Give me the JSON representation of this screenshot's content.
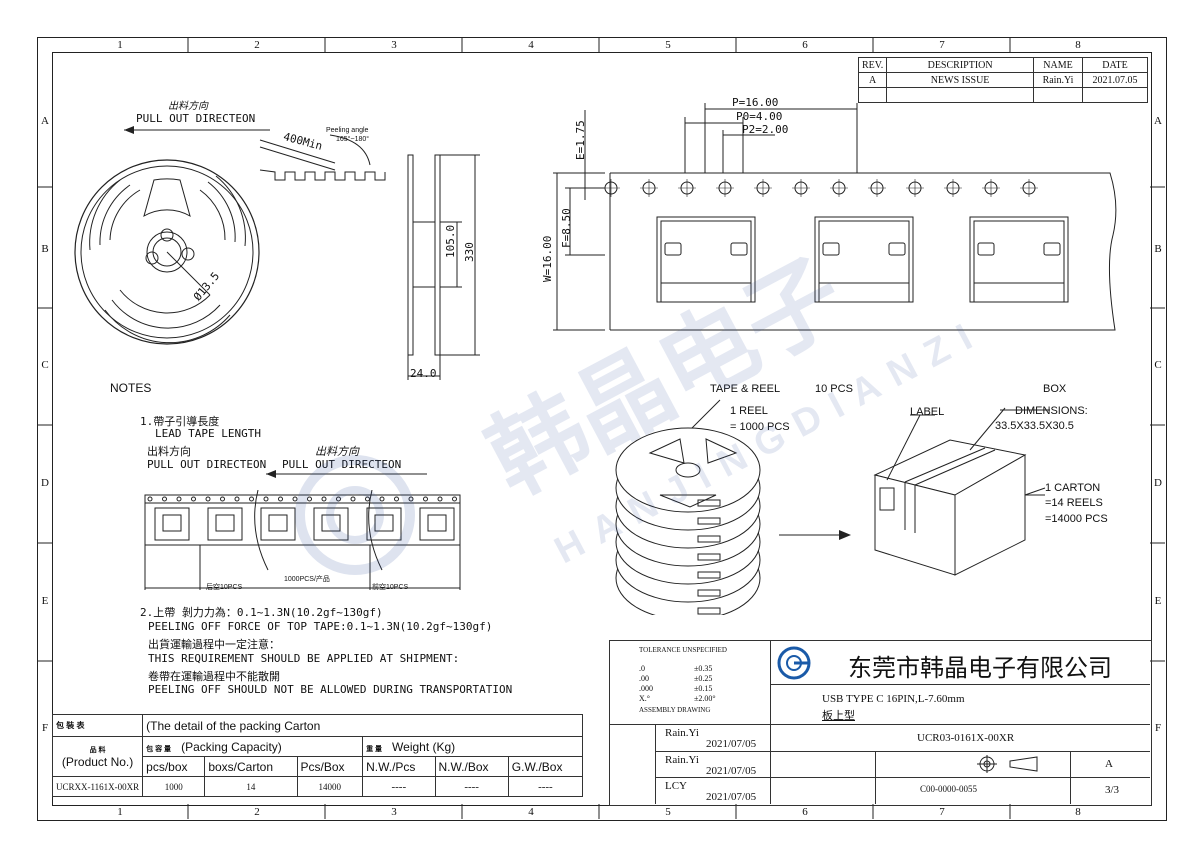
{
  "zones": {
    "cols": [
      "1",
      "2",
      "3",
      "4",
      "5",
      "6",
      "7",
      "8"
    ],
    "rows": [
      "A",
      "B",
      "C",
      "D",
      "E",
      "F"
    ]
  },
  "revision": {
    "headers": [
      "REV.",
      "DESCRIPTION",
      "NAME",
      "DATE"
    ],
    "row": [
      "A",
      "NEWS ISSUE",
      "Rain.Yi",
      "2021.07.05"
    ]
  },
  "reel": {
    "pull_cn": "出料方向",
    "pull_en": "PULL OUT DIRECTEON",
    "len": "400Min",
    "peel_angle": "Peeling angle",
    "peel_range": "165°~180°",
    "hub": "Ø13.5",
    "dim_105": "105.0",
    "dim_330": "330",
    "dim_24": "24.0"
  },
  "tape": {
    "p": "P=16.00",
    "p0": "P0=4.00",
    "p2": "P2=2.00",
    "e": "E=1.75",
    "f": "F=8.50",
    "w": "W=16.00"
  },
  "notes": {
    "title": "NOTES",
    "n1_cn": "1.帶子引導長度",
    "n1_en": "LEAD TAPE LENGTH",
    "pull_cn": "出料方向",
    "pull_en": "PULL OUT DIRECTEON",
    "pull_cn2": "出料方向",
    "pull_en2": "PULL OUT DIRECTEON",
    "seg_left": "后空10PCS",
    "seg_mid": "1000PCS/产品",
    "seg_right": "前空10PCS",
    "n2_cn": "2.上帶 剝力力為：0.1~1.3N(10.2gf~130gf)",
    "n2_en": "PEELING OFF FORCE OF TOP TAPE:0.1~1.3N(10.2gf~130gf)",
    "n3_cn": "出貨運輸過程中一定注意：",
    "n3_en": "THIS REQUIREMENT SHOULD BE APPLIED AT SHIPMENT:",
    "n4_cn": "卷帶在運輸過程中不能散開",
    "n4_en": "PEELING OFF SHOULD NOT BE ALLOWED DURING TRANSPORTATION"
  },
  "pack": {
    "tape_reel": "TAPE & REEL",
    "pcs10": "10 PCS",
    "reel1": "1 REEL",
    "reel_qty": "= 1000 PCS",
    "box": "BOX",
    "label": "LABEL",
    "dims_title": "DIMENSIONS:",
    "dims": "33.5X33.5X30.5",
    "carton1": "1 CARTON",
    "carton2": "=14 REELS",
    "carton3": "=14000 PCS"
  },
  "packing_table": {
    "cn_title": "包 裝 表",
    "title": "(The detail of the packing Carton",
    "cn_name": "品 料",
    "cn_cap": "包 容 量",
    "cap": "(Packing Capacity)",
    "cn_weight": "重 量",
    "weight": "Weight (Kg)",
    "product": "(Product No.)",
    "cols": [
      "pcs/box",
      "boxs/Carton",
      "Pcs/Box",
      "N.W./Pcs",
      "N.W./Box",
      "G.W./Box"
    ],
    "row": [
      "UCRXX-1161X-00XR",
      "1000",
      "14",
      "14000",
      "----",
      "----",
      "----"
    ]
  },
  "title_block": {
    "tolerance": "TOLERANCE UNSPECIFIED",
    "tol": [
      [
        ".0",
        "±0.35"
      ],
      [
        ".00",
        "±0.25"
      ],
      [
        ".000",
        "±0.15"
      ],
      [
        "X.°",
        "±2.00°"
      ]
    ],
    "assembly": "ASSEMBLY DRAWING",
    "company": "东莞市韩晶电子有限公司",
    "desc1": "USB TYPE C 16PIN,L-7.60mm",
    "desc2": "板上型",
    "people": [
      [
        "Rain.Yi",
        "2021/07/05"
      ],
      [
        "Rain.Yi",
        "2021/07/05"
      ],
      [
        "LCY",
        "2021/07/05"
      ]
    ],
    "part": "UCR03-0161X-00XR",
    "size": "A",
    "doc": "C00-0000-0055",
    "sheet": "3/3"
  },
  "watermark": {
    "cn": "韩晶电子",
    "en": "HANJINGDIANZI"
  }
}
